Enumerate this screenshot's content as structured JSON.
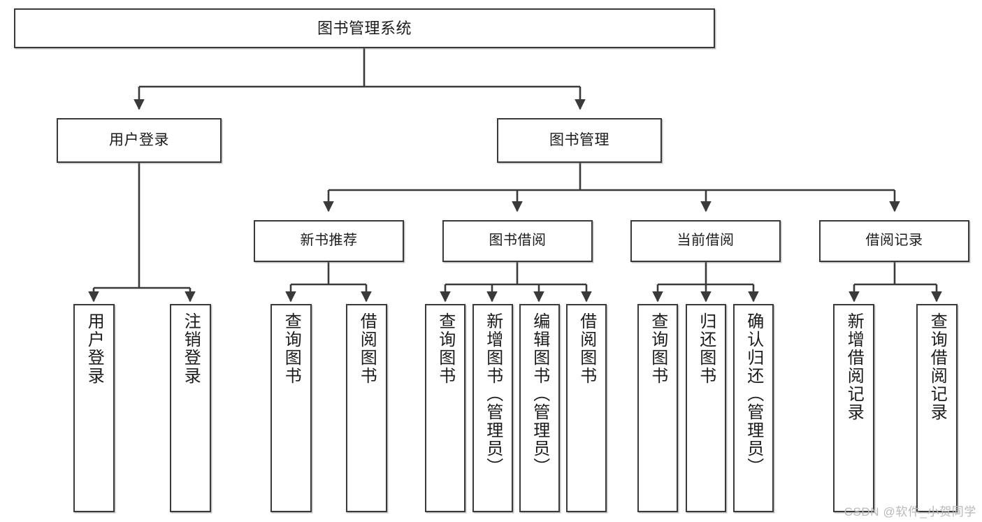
{
  "diagram": {
    "type": "tree",
    "title": "图书管理系统",
    "style": {
      "box_border_color": "#3a3a3a",
      "box_fill": "#ffffff",
      "line_color": "#3a3a3a",
      "text_color": "#1b1b1b",
      "background": "#ffffff",
      "watermark_color": "#b9b9b9"
    },
    "root": {
      "label": "图书管理系统"
    },
    "level2": [
      {
        "label": "用户登录"
      },
      {
        "label": "图书管理"
      }
    ],
    "level3": [
      {
        "label": "新书推荐"
      },
      {
        "label": "图书借阅"
      },
      {
        "label": "当前借阅"
      },
      {
        "label": "借阅记录"
      }
    ],
    "leaves": {
      "user_login": [
        {
          "label": "用户登录"
        },
        {
          "label": "注销登录"
        }
      ],
      "new_book_recommend": [
        {
          "label": "查询图书"
        },
        {
          "label": "借阅图书"
        }
      ],
      "book_borrow": [
        {
          "label": "查询图书"
        },
        {
          "label": "新增图书（管理员）"
        },
        {
          "label": "编辑图书（管理员）"
        },
        {
          "label": "借阅图书"
        }
      ],
      "current_borrow": [
        {
          "label": "查询图书"
        },
        {
          "label": "归还图书"
        },
        {
          "label": "确认归还（管理员）"
        }
      ],
      "borrow_record": [
        {
          "label": "新增借阅记录"
        },
        {
          "label": "查询借阅记录"
        }
      ]
    }
  },
  "watermark": {
    "text": "CSDN @软件_小贺同学"
  }
}
